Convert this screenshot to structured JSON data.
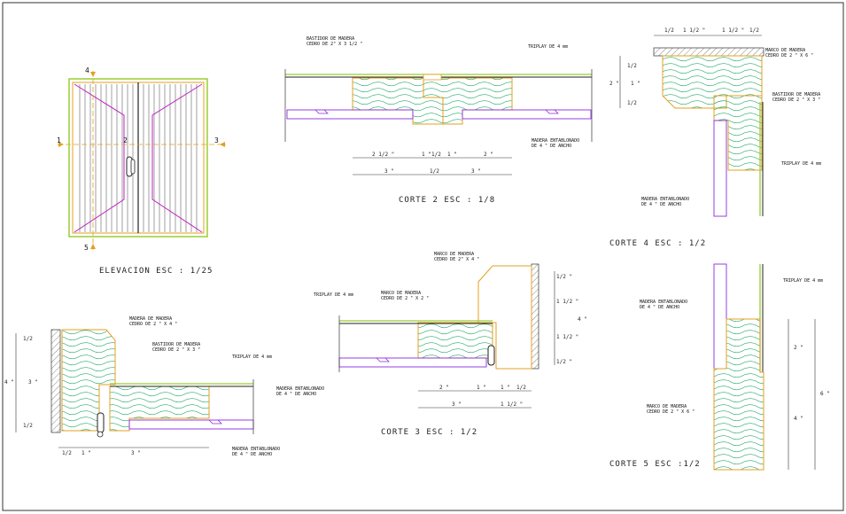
{
  "elevation": {
    "title": "ELEVACION   ESC : 1/25",
    "marks": [
      "1",
      "2",
      "3",
      "4",
      "5"
    ]
  },
  "corte2": {
    "title": "CORTE   2       ESC : 1/8",
    "bastidor": [
      "BASTIDOR DE MADERA",
      "CEDRO DE 2\" X 3 1/2 \""
    ],
    "triplay": "TRIPLAY DE  4 mm",
    "entablonado": [
      "MADERA ENTABLONADO",
      "DE 4 \" DE ANCHO"
    ],
    "dims_top": [
      "2 1/2 \"",
      "1 \"",
      "1/2",
      "1 \"",
      "2 \""
    ],
    "dims_bottom": [
      "3 \"",
      "1/2",
      "3 \""
    ]
  },
  "corte4": {
    "title": "CORTE   4     ESC : 1/2",
    "top_dims": [
      "1/2",
      "1 1/2 \"",
      "1 1/2 \"",
      "1/2"
    ],
    "side_dims": [
      "1/2",
      "1 \"",
      "1/2",
      "2 \""
    ],
    "marco": [
      "MARCO DE MADERA",
      "CEDRO DE 2 \" X 6 \""
    ],
    "bastidor": [
      "BASTIDOR DE MADERA",
      "CEDRO DE 2 \" X 3 \""
    ],
    "triplay": "TRIPLAY DE 4 mm",
    "entablonado": [
      "MADERA ENTABLONADO",
      "DE 4 \" DE ANCHO"
    ]
  },
  "corte3": {
    "title": "CORTE   3       ESC : 1/2",
    "marco": [
      "MARCO DE MADERA",
      "CEDRO DE 2\" X 4 \""
    ],
    "bastidor": [
      "MARCO DE MADERA",
      "CEDRO DE 2 \" X 2 \""
    ],
    "triplay": "TRIPLAY DE  4 mm",
    "entablonado": [
      "MADERA ENTABLONADO",
      "DE 4 \" DE ANCHO"
    ],
    "dims_right": [
      "1/2 \"",
      "1 1/2 \"",
      "1 1/2 \"",
      "1/2 \"",
      "4 \""
    ],
    "dims_top": [
      "2 \"",
      "1 \"",
      "1 \"",
      "1/2"
    ],
    "dims_bottom": [
      "3 \"",
      "1 1/2 \""
    ]
  },
  "corte1": {
    "marco": [
      "MADERA DE MADERA",
      "CEDRO DE 2 \" X 4 \""
    ],
    "bastidor": [
      "BASTIDOR DE MADERA",
      "CEDRO DE 2 \" X 3 \""
    ],
    "triplay": "TRIPLAY DE  4 mm",
    "entablonado": [
      "MADERA ENTABLONADO",
      "DE 4 \" DE ANCHO"
    ],
    "dims_left": [
      "1/2",
      "3 \"",
      "4 \"",
      "1/2"
    ],
    "dims_bottom": [
      "1/2",
      "1 \"",
      "3 \""
    ]
  },
  "corte5": {
    "title": "CORTE   5     ESC :1/2",
    "triplay": "TRIPLAY DE 4 mm",
    "entablonado": [
      "MADERA ENTABLONADO",
      "DE 4 \" DE ANCHO"
    ],
    "marco": [
      "MARCO DE MADERA",
      "CEDRO DE 2 \" X 6 \""
    ],
    "dims_right": [
      "2 \"",
      "4 \"",
      "6 \""
    ]
  }
}
